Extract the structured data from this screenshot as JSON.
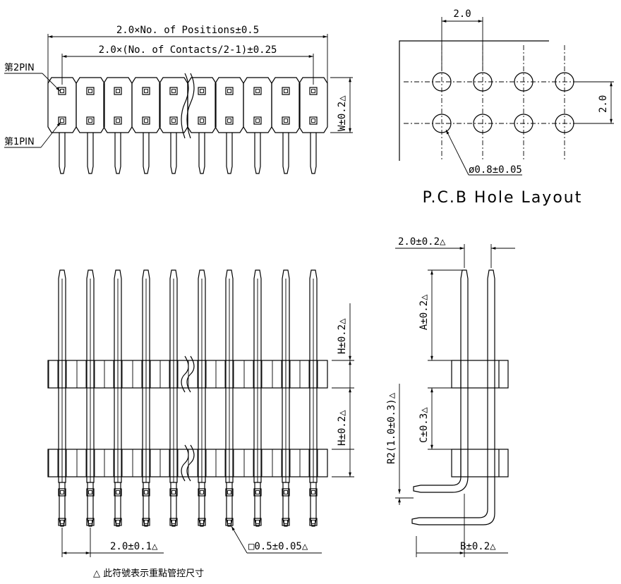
{
  "front_view": {
    "dim_positions": "2.0×No. of Positions±0.5",
    "dim_contacts": "2.0×(No. of Contacts/2-1)±0.25",
    "label_pin2": "第2PIN",
    "label_pin1": "第1PIN",
    "dim_width": "W±0.2△"
  },
  "pcb_layout": {
    "dim_pitch_x": "2.0",
    "dim_pitch_y": "2.0",
    "dim_hole": "ø0.8±0.05",
    "title": "P.C.B Hole Layout"
  },
  "side_view": {
    "dim_height_upper": "H±0.2△",
    "dim_height_lower": "H±0.2△",
    "dim_pitch": "2.0±0.1△",
    "dim_pin_square": "□0.5±0.05△"
  },
  "right_angle_view": {
    "dim_row_pitch": "2.0±0.2△",
    "dim_a": "A±0.2△",
    "dim_c": "C±0.3△",
    "dim_r": "R2(1.0±0.3)△",
    "dim_b": "B±0.2△"
  },
  "footnote": "△ 此符號表示重點管控尺寸"
}
